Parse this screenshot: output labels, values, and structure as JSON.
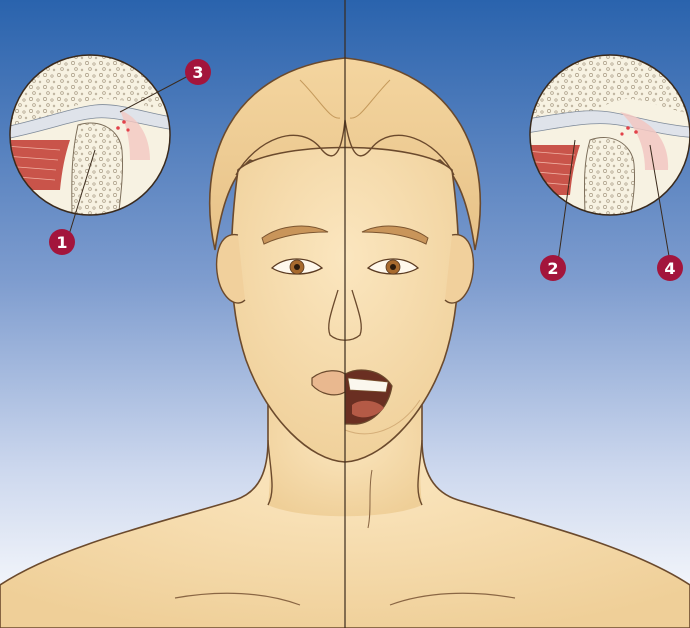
{
  "colors": {
    "sky_top": "#2a63ad",
    "sky_bottom": "#ffffff",
    "skin": "#f7dcae",
    "skin_shade": "#e6bf86",
    "outline": "#6b4a2d",
    "badge": "#a3153c",
    "bone": "#f6f1df",
    "cartilage": "#dfe3ea",
    "muscle": "#c9544a",
    "inflammation": "#e2424a"
  },
  "icons": [
    "divider-line",
    "joint-inset-left",
    "joint-inset-right",
    "numbered-marker"
  ],
  "markers": [
    {
      "id": "1",
      "label": "1"
    },
    {
      "id": "2",
      "label": "2"
    },
    {
      "id": "3",
      "label": "3"
    },
    {
      "id": "4",
      "label": "4"
    }
  ]
}
